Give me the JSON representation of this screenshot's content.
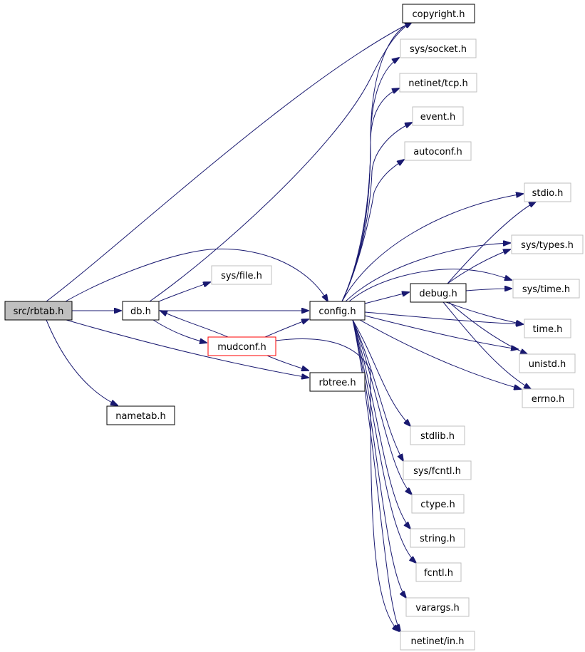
{
  "colors": {
    "edge": "#191970",
    "box_normal": "#000000",
    "box_external": "#bfbfbf",
    "box_highlight": "#ff0000",
    "fill_selected": "#bfbfbf",
    "fill_default": "#ffffff"
  },
  "nodes": [
    {
      "id": "rbtab",
      "label": "src/rbtab.h",
      "style": "selected"
    },
    {
      "id": "db",
      "label": "db.h",
      "style": "normal"
    },
    {
      "id": "nametab",
      "label": "nametab.h",
      "style": "normal"
    },
    {
      "id": "mudconf",
      "label": "mudconf.h",
      "style": "highlight"
    },
    {
      "id": "config",
      "label": "config.h",
      "style": "normal"
    },
    {
      "id": "rbtree",
      "label": "rbtree.h",
      "style": "normal"
    },
    {
      "id": "debug",
      "label": "debug.h",
      "style": "normal"
    },
    {
      "id": "copyright",
      "label": "copyright.h",
      "style": "normal"
    },
    {
      "id": "syssocket",
      "label": "sys/socket.h",
      "style": "external"
    },
    {
      "id": "netinettcp",
      "label": "netinet/tcp.h",
      "style": "external"
    },
    {
      "id": "event",
      "label": "event.h",
      "style": "external"
    },
    {
      "id": "autoconf",
      "label": "autoconf.h",
      "style": "external"
    },
    {
      "id": "stdio",
      "label": "stdio.h",
      "style": "external"
    },
    {
      "id": "systypes",
      "label": "sys/types.h",
      "style": "external"
    },
    {
      "id": "sysfile",
      "label": "sys/file.h",
      "style": "external"
    },
    {
      "id": "systime",
      "label": "sys/time.h",
      "style": "external"
    },
    {
      "id": "time",
      "label": "time.h",
      "style": "external"
    },
    {
      "id": "unistd",
      "label": "unistd.h",
      "style": "external"
    },
    {
      "id": "errno",
      "label": "errno.h",
      "style": "external"
    },
    {
      "id": "stdlib",
      "label": "stdlib.h",
      "style": "external"
    },
    {
      "id": "sysfcntl",
      "label": "sys/fcntl.h",
      "style": "external"
    },
    {
      "id": "ctype",
      "label": "ctype.h",
      "style": "external"
    },
    {
      "id": "string",
      "label": "string.h",
      "style": "external"
    },
    {
      "id": "fcntl",
      "label": "fcntl.h",
      "style": "external"
    },
    {
      "id": "varargs",
      "label": "varargs.h",
      "style": "external"
    },
    {
      "id": "netinetin",
      "label": "netinet/in.h",
      "style": "external"
    }
  ],
  "edges": [
    {
      "from": "rbtab",
      "to": "db"
    },
    {
      "from": "rbtab",
      "to": "copyright"
    },
    {
      "from": "rbtab",
      "to": "config"
    },
    {
      "from": "rbtab",
      "to": "rbtree"
    },
    {
      "from": "rbtab",
      "to": "nametab"
    },
    {
      "from": "db",
      "to": "copyright"
    },
    {
      "from": "db",
      "to": "sysfile"
    },
    {
      "from": "db",
      "to": "config"
    },
    {
      "from": "db",
      "to": "mudconf"
    },
    {
      "from": "mudconf",
      "to": "db"
    },
    {
      "from": "mudconf",
      "to": "config"
    },
    {
      "from": "mudconf",
      "to": "rbtree"
    },
    {
      "from": "mudconf",
      "to": "netinetin"
    },
    {
      "from": "config",
      "to": "copyright"
    },
    {
      "from": "config",
      "to": "syssocket"
    },
    {
      "from": "config",
      "to": "netinettcp"
    },
    {
      "from": "config",
      "to": "event"
    },
    {
      "from": "config",
      "to": "autoconf"
    },
    {
      "from": "config",
      "to": "stdio"
    },
    {
      "from": "config",
      "to": "systypes"
    },
    {
      "from": "config",
      "to": "systime"
    },
    {
      "from": "config",
      "to": "debug"
    },
    {
      "from": "config",
      "to": "time"
    },
    {
      "from": "config",
      "to": "unistd"
    },
    {
      "from": "config",
      "to": "errno"
    },
    {
      "from": "config",
      "to": "stdlib"
    },
    {
      "from": "config",
      "to": "sysfcntl"
    },
    {
      "from": "config",
      "to": "ctype"
    },
    {
      "from": "config",
      "to": "string"
    },
    {
      "from": "config",
      "to": "fcntl"
    },
    {
      "from": "config",
      "to": "varargs"
    },
    {
      "from": "config",
      "to": "netinetin"
    },
    {
      "from": "debug",
      "to": "stdio"
    },
    {
      "from": "debug",
      "to": "systypes"
    },
    {
      "from": "debug",
      "to": "systime"
    },
    {
      "from": "debug",
      "to": "time"
    },
    {
      "from": "debug",
      "to": "unistd"
    },
    {
      "from": "debug",
      "to": "errno"
    }
  ]
}
